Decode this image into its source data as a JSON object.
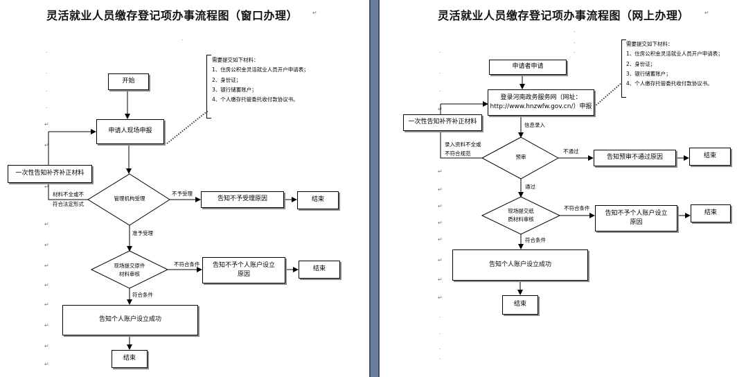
{
  "left": {
    "title": "灵活就业人员缴存登记项办事流程图（窗口办理）",
    "start": "开始",
    "apply": "申请人现场申报",
    "supplement": "一次性告知补齐补正材料",
    "review": "管理机构受理",
    "not_accept_edge": "不予受理",
    "not_accept_notice": "告知不予受理原因",
    "end": "结束",
    "incomplete_edge_1": "材料不全或不",
    "incomplete_edge_2": "符合法定形式",
    "accept_edge": "准予受理",
    "verify_line1": "现场提交原件",
    "verify_line2": "材料审核",
    "fail_edge": "不符合条件",
    "fail_notice": "告知不予个人账户设立原因",
    "pass_edge": "符合条件",
    "success": "告知个人账户设立成功",
    "notes": [
      "需要提交如下材料：",
      "1、住房公积金灵活就业人员开户申请表；",
      "2、身份证；",
      "3、银行储蓄账户；",
      "4、个人缴存托管委托收付款协议书。"
    ]
  },
  "right": {
    "title": "灵活就业人员缴存登记项办事流程图（网上办理）",
    "applicant": "申请者申请",
    "portal_line1": "登录河南政务服务网（网址：",
    "portal_line2": "http://www.hnzwfw.gov.cn/）申报",
    "input_edge": "信息录入",
    "supplement": "一次性告知补齐补正材料",
    "incomplete_edge_1": "录入资料不全或",
    "incomplete_edge_2": "不符合规范",
    "pre_review": "预审",
    "not_pass_edge": "不通过",
    "not_pass_notice": "告知预审不通过原因",
    "end": "结束",
    "pass_edge": "通过",
    "verify_line1": "现场提交纸",
    "verify_line2": "质材料审核",
    "fail_edge": "不符合条件",
    "fail_notice": "告知不予个人账户设立原因",
    "ok_edge": "符合条件",
    "success": "告知个人账户设立成功",
    "notes": [
      "需要提交如下材料：",
      "1、住房公积金灵活就业人员开户申请表；",
      "2、身份证；",
      "3、银行储蓄账户；",
      "4、个人缴存托管委托收付款协议书。"
    ]
  },
  "marks": {
    "para": "↵",
    "dot": "."
  }
}
